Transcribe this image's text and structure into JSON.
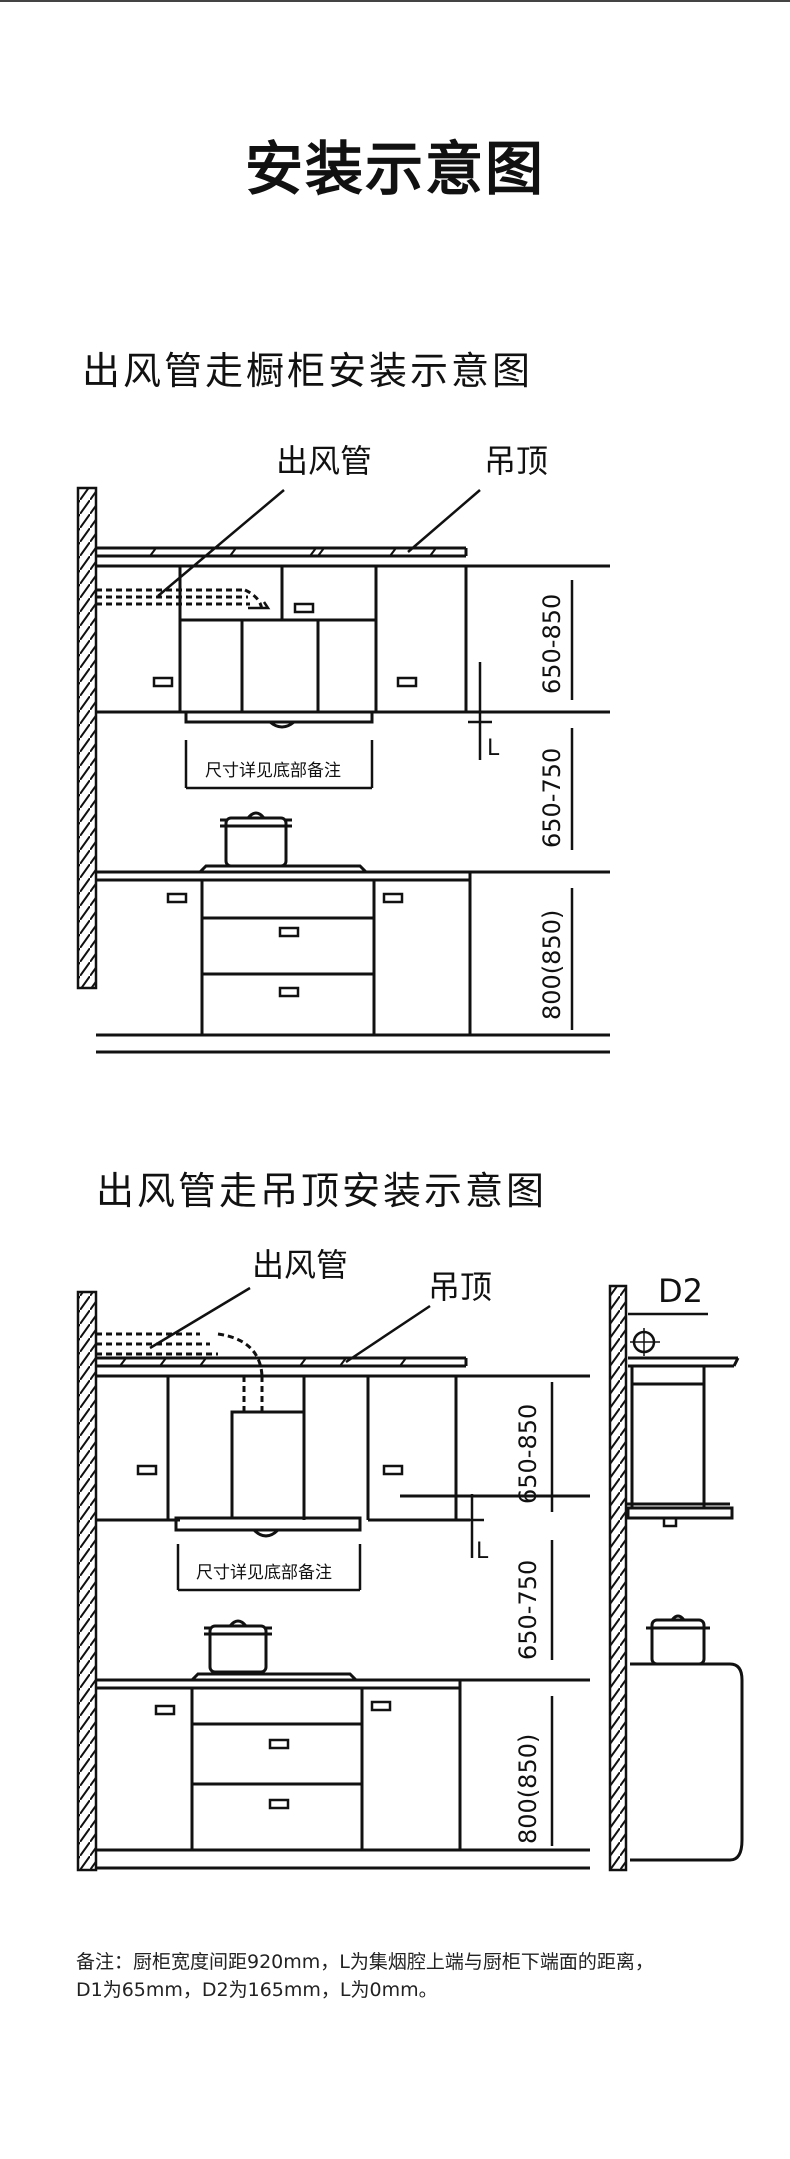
{
  "page": {
    "title": "安装示意图"
  },
  "section1": {
    "title": "出风管走橱柜安装示意图",
    "labels": {
      "duct": "出风管",
      "ceiling": "吊顶",
      "size_note": "尺寸详见底部备注",
      "L": "L"
    },
    "dimensions": [
      "650-850",
      "650-750",
      "800(850)"
    ]
  },
  "section2": {
    "title": "出风管走吊顶安装示意图",
    "labels": {
      "duct": "出风管",
      "ceiling": "吊顶",
      "size_note": "尺寸详见底部备注",
      "L": "L",
      "D2": "D2"
    },
    "dimensions": [
      "650-850",
      "650-750",
      "800(850)"
    ]
  },
  "note": {
    "line1": "备注：厨柜宽度间距920mm，L为集烟腔上端与厨柜下端面的距离，",
    "line2": "D1为65mm，D2为165mm，L为0mm。"
  }
}
